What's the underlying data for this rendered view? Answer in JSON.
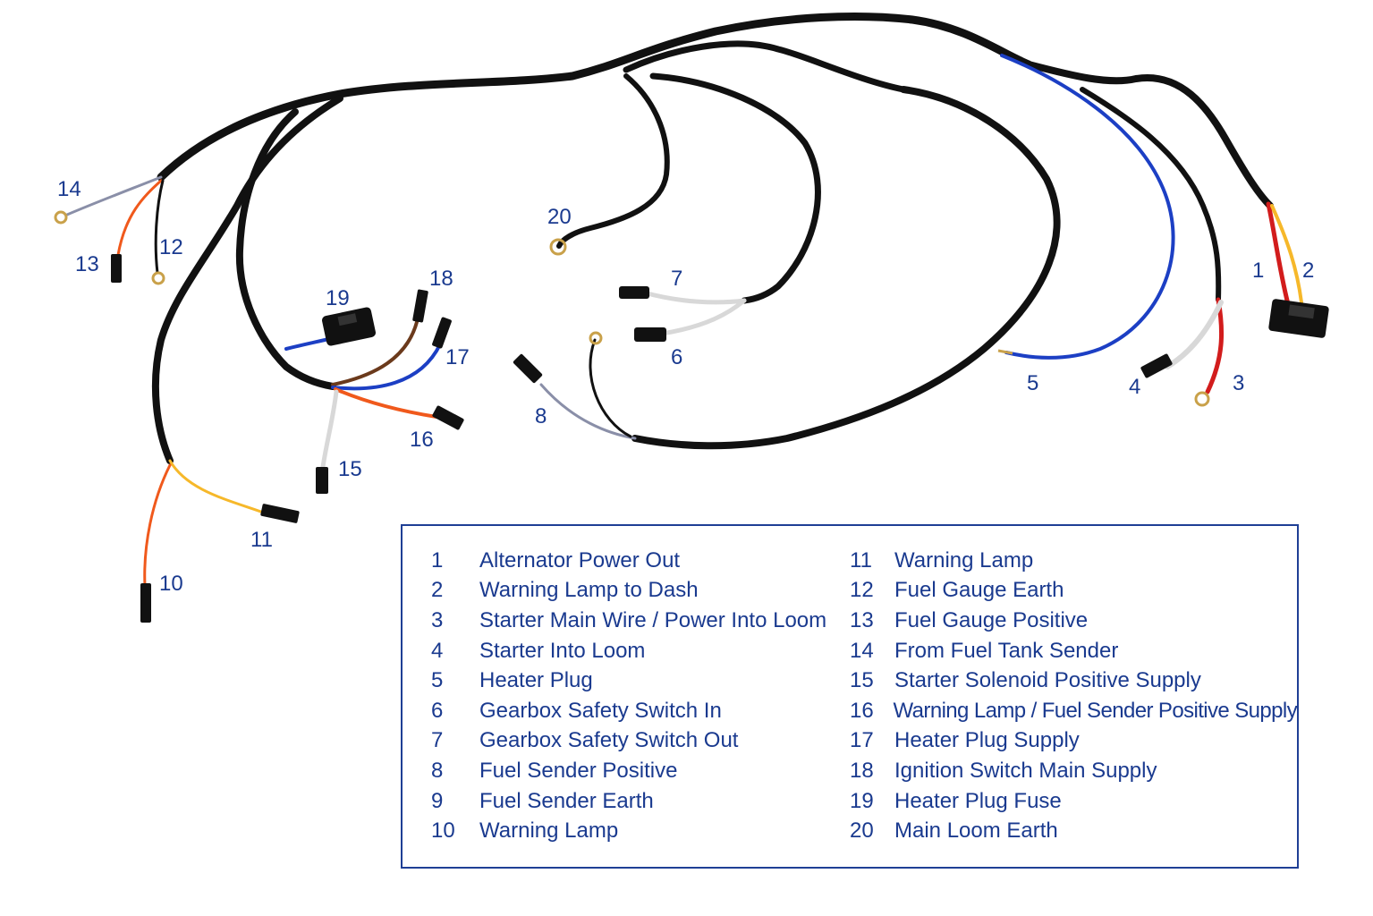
{
  "colors": {
    "loom": "#111111",
    "label": "#1a3a8f",
    "legend_border": "#1f3f95",
    "wire_red": "#d21c1c",
    "wire_orange": "#f0591c",
    "wire_yellow": "#f6b82a",
    "wire_blue": "#1c3fc4",
    "wire_white": "#f2f2f2",
    "wire_brown": "#6b3a1c",
    "wire_grey": "#8a8fa8",
    "terminal_brass": "#c9a14a"
  },
  "callouts": [
    {
      "id": "1",
      "text": "1"
    },
    {
      "id": "2",
      "text": "2"
    },
    {
      "id": "3",
      "text": "3"
    },
    {
      "id": "4",
      "text": "4"
    },
    {
      "id": "5",
      "text": "5"
    },
    {
      "id": "6",
      "text": "6"
    },
    {
      "id": "7",
      "text": "7"
    },
    {
      "id": "8",
      "text": "8"
    },
    {
      "id": "10",
      "text": "10"
    },
    {
      "id": "11",
      "text": "11"
    },
    {
      "id": "12",
      "text": "12"
    },
    {
      "id": "13",
      "text": "13"
    },
    {
      "id": "14",
      "text": "14"
    },
    {
      "id": "15",
      "text": "15"
    },
    {
      "id": "16",
      "text": "16"
    },
    {
      "id": "17",
      "text": "17"
    },
    {
      "id": "18",
      "text": "18"
    },
    {
      "id": "19",
      "text": "19"
    },
    {
      "id": "20",
      "text": "20"
    }
  ],
  "legend": {
    "left": [
      {
        "num": "1",
        "label": "Alternator Power Out"
      },
      {
        "num": "2",
        "label": "Warning Lamp to Dash"
      },
      {
        "num": "3",
        "label": "Starter Main Wire / Power Into Loom"
      },
      {
        "num": "4",
        "label": "Starter Into Loom"
      },
      {
        "num": "5",
        "label": "Heater Plug"
      },
      {
        "num": "6",
        "label": "Gearbox Safety Switch In"
      },
      {
        "num": "7",
        "label": "Gearbox Safety Switch Out"
      },
      {
        "num": "8",
        "label": "Fuel Sender Positive"
      },
      {
        "num": "9",
        "label": "Fuel Sender Earth"
      },
      {
        "num": "10",
        "label": "Warning Lamp"
      }
    ],
    "right": [
      {
        "num": "11",
        "label": "Warning Lamp"
      },
      {
        "num": "12",
        "label": "Fuel Gauge Earth"
      },
      {
        "num": "13",
        "label": "Fuel Gauge Positive"
      },
      {
        "num": "14",
        "label": "From Fuel Tank Sender"
      },
      {
        "num": "15",
        "label": "Starter Solenoid Positive Supply"
      },
      {
        "num": "16",
        "label": "Warning Lamp / Fuel Sender Positive Supply"
      },
      {
        "num": "17",
        "label": "Heater Plug Supply"
      },
      {
        "num": "18",
        "label": "Ignition Switch Main Supply"
      },
      {
        "num": "19",
        "label": "Heater Plug Fuse"
      },
      {
        "num": "20",
        "label": "Main Loom Earth"
      }
    ]
  }
}
